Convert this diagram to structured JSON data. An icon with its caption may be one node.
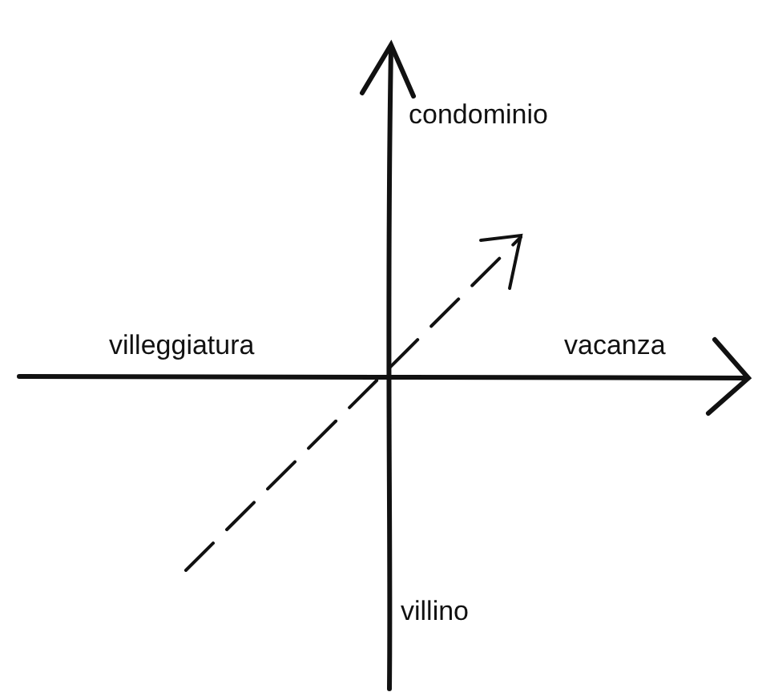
{
  "diagram": {
    "labels": [
      "condominio",
      "villeggiatura",
      "vacanza",
      "villino"
    ]
  }
}
